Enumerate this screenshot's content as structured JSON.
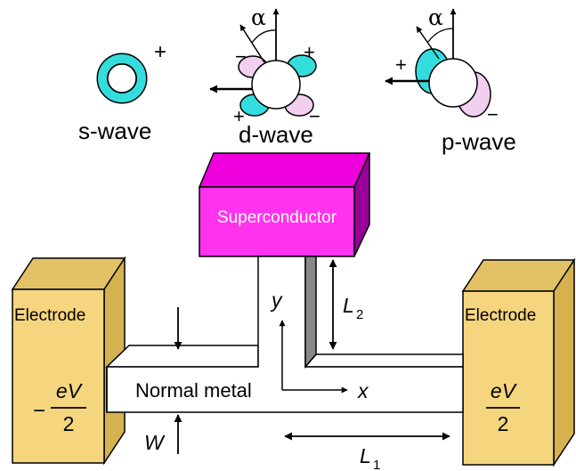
{
  "symmetry": {
    "s_wave": {
      "label": "s-wave",
      "sign": "+"
    },
    "d_wave": {
      "label": "d-wave",
      "angle": "α",
      "signs": [
        "−",
        "+",
        "+",
        "−"
      ]
    },
    "p_wave": {
      "label": "p-wave",
      "angle": "α",
      "signs": [
        "+",
        "−"
      ]
    }
  },
  "device": {
    "superconductor_label": "Superconductor",
    "normal_metal_label": "Normal metal",
    "left_electrode": {
      "label": "Electrode",
      "voltage_sign": "−",
      "voltage_num": "eV",
      "voltage_den": "2"
    },
    "right_electrode": {
      "label": "Electrode",
      "voltage_num": "eV",
      "voltage_den": "2"
    },
    "dims": {
      "x": "x",
      "y": "y",
      "W": "W",
      "L1": "L",
      "L1_sub": "1",
      "L2": "L",
      "L2_sub": "2"
    }
  },
  "colors": {
    "cyan": "#33dddd",
    "lobe_pink": "#f2cfee",
    "superconductor_front": "#ff33ee",
    "superconductor_top": "#ee00dd",
    "superconductor_side": "#990099",
    "electrode_front": "#f5d57e",
    "electrode_side": "#d6b150",
    "stub": "#888888"
  }
}
